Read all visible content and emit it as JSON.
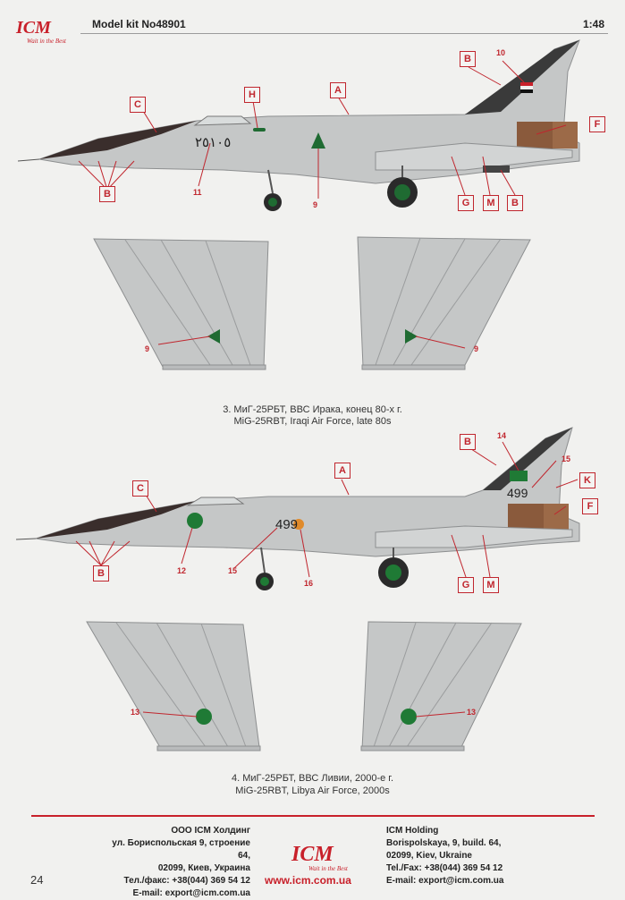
{
  "header": {
    "logo_text": "ICM",
    "logo_tagline": "Wait in the Best",
    "model_kit": "Model kit No48901",
    "scale": "1:48"
  },
  "scheme3": {
    "caption_ru": "3. МиГ-25РБТ, ВВС Ирака, конец 80-х г.",
    "caption_en": "MiG-25RBT, Iraqi Air Force, late 80s",
    "fuselage_code": "٢٥١٠٥",
    "callouts": [
      "A",
      "B",
      "B",
      "B",
      "B",
      "C",
      "F",
      "G",
      "H",
      "M"
    ],
    "numbers": [
      "10",
      "11",
      "9",
      "9",
      "9"
    ]
  },
  "scheme4": {
    "caption_ru": "4. МиГ-25РБТ, ВВС Ливии, 2000-е г.",
    "caption_en": "MiG-25RBT, Libya Air Force, 2000s",
    "fuselage_code": "499",
    "tail_code": "499",
    "callouts": [
      "A",
      "B",
      "B",
      "C",
      "F",
      "G",
      "K",
      "M"
    ],
    "numbers": [
      "14",
      "15",
      "12",
      "15",
      "16",
      "13",
      "13"
    ]
  },
  "footer": {
    "ru": [
      "ООО ICM Холдинг",
      "ул. Бориспольская 9, строение 64,",
      "02099, Киев, Украина",
      "Тел./факс: +38(044) 369 54 12",
      "E-mail: export@icm.com.ua"
    ],
    "en": [
      "ICM Holding",
      "Borispolskaya, 9, build. 64,",
      "02099, Kiev, Ukraine",
      "Tel./Fax: +38(044) 369 54 12",
      "E-mail: export@icm.com.ua"
    ],
    "logo_text": "ICM",
    "logo_tagline": "Wait in the Best",
    "website": "www.icm.com.ua",
    "page_number": "24"
  },
  "colors": {
    "accent": "#c8202a",
    "aircraft_grey": "#c5c7c7",
    "nose_dark": "#3a2e2c",
    "iraq_green": "#1f6b32",
    "libya_green": "#1f7a35",
    "rust": "#8a5a3c"
  }
}
